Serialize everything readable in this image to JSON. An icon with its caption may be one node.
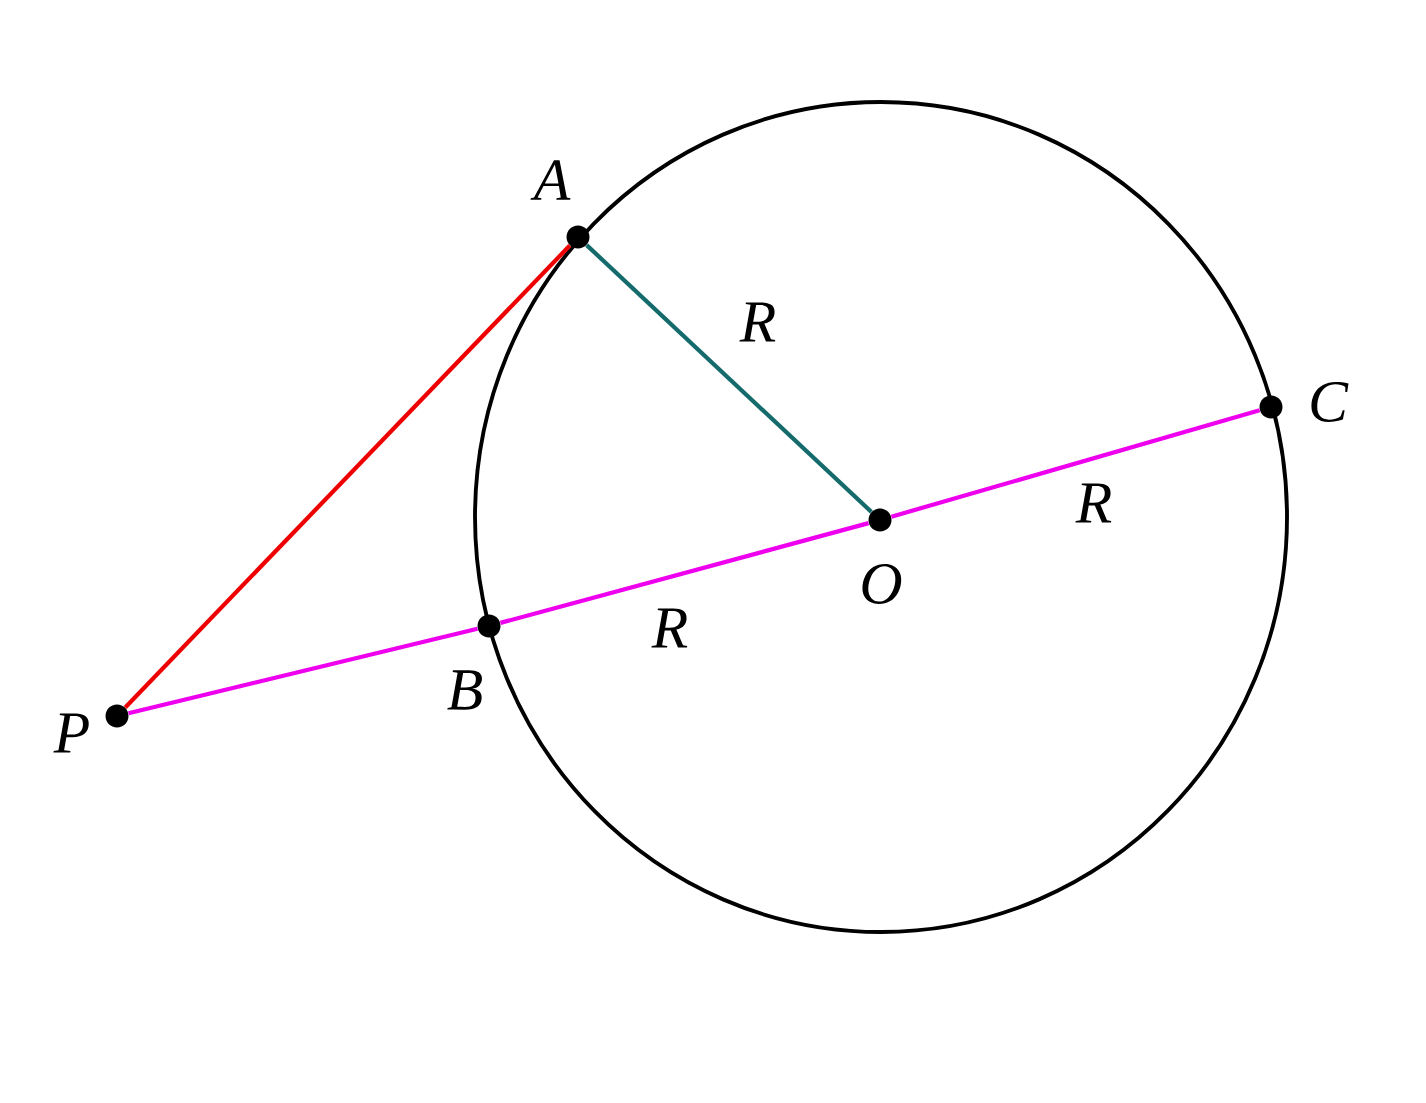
{
  "diagram": {
    "nodes": [
      {
        "text": [],
        "shape": "circle",
        "beside": [
          "A"
        ]
      },
      {
        "text": [],
        "shape": "circle",
        "beside": [
          "C"
        ]
      },
      {
        "text": [],
        "shape": "circle",
        "beside": [
          "O"
        ]
      },
      {
        "text": [],
        "shape": "circle",
        "beside": [
          "B"
        ]
      },
      {
        "text": [],
        "shape": "circle",
        "beside": [
          "P"
        ]
      }
    ],
    "edges": [
      {
        "from": 4,
        "to": 0,
        "arrow": "none",
        "color": "#ee0000"
      },
      {
        "from": 0,
        "to": 2,
        "arrow": "none",
        "label": "R",
        "color": "#156b6b"
      },
      {
        "from": 4,
        "to": 3,
        "arrow": "none"
      },
      {
        "from": 3,
        "to": 2,
        "arrow": "none",
        "label": "R"
      },
      {
        "from": 2,
        "to": 1,
        "arrow": "none",
        "label": "R"
      }
    ]
  }
}
